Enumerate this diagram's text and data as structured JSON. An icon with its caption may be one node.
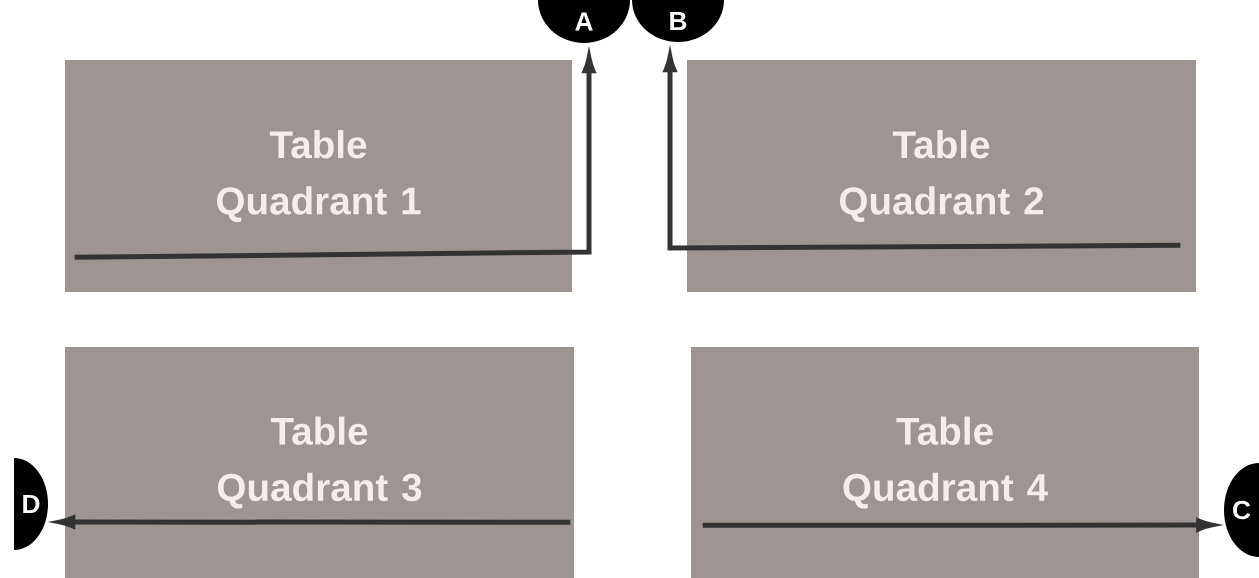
{
  "diagram": {
    "nodes": [
      {
        "text": [
          "Table Quadrant 1"
        ]
      },
      {
        "text": [
          "Table Quadrant 2"
        ]
      },
      {
        "text": [
          "Table Quadrant 3"
        ]
      },
      {
        "text": [
          "Table Quadrant 4"
        ]
      },
      {
        "text": [
          "A"
        ]
      },
      {
        "text": [
          "B"
        ]
      },
      {
        "text": [
          "C"
        ]
      },
      {
        "text": [
          "D"
        ]
      }
    ],
    "edges": [
      {
        "from": 0,
        "to": 4,
        "arrow": "to"
      },
      {
        "from": 1,
        "to": 5,
        "arrow": "to"
      },
      {
        "from": 2,
        "to": 7,
        "arrow": "to"
      },
      {
        "from": 3,
        "to": 6,
        "arrow": "to"
      }
    ]
  }
}
